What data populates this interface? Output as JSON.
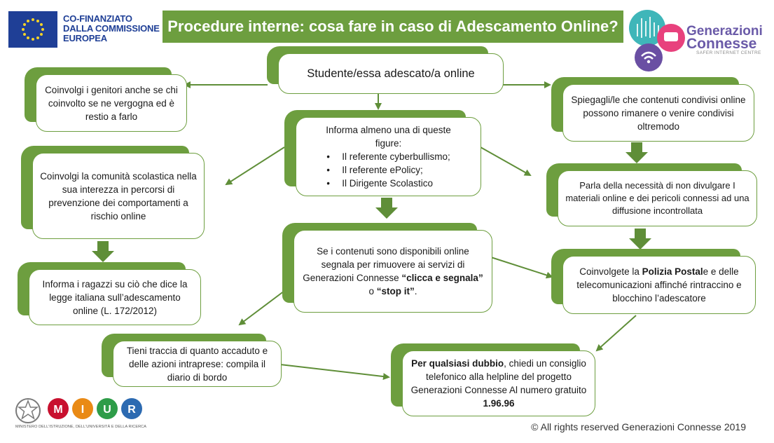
{
  "header": {
    "eu_line1": "CO-FINANZIATO",
    "eu_line2": "DALLA COMMISSIONE",
    "eu_line3": "EUROPEA",
    "title": "Procedure interne: cosa fare in caso di Adescamento Online?",
    "brand_line1": "Generazioni",
    "brand_line2": "Connesse",
    "brand_sub": "SAFER INTERNET CENTRE"
  },
  "nodes": {
    "student": "Studente/essa adescato/a online",
    "parents": "Coinvolgi i genitori anche se chi coinvolto se ne vergogna ed è restio a farlo",
    "explain": "Spiegagli/le che contenuti condivisi online possono rimanere o venire condivisi oltremodo",
    "inform_intro": "Informa almeno una di queste figure:",
    "inform_items": [
      "Il referente cyberbullismo;",
      "Il referente ePolicy;",
      "Il Dirigente Scolastico"
    ],
    "community": "Coinvolgi la comunità scolastica nella sua interezza in percorsi di prevenzione dei comportamenti a rischio online",
    "disclosure": "Parla della necessità di non divulgare I materiali online e dei pericoli connessi ad una diffusione incontrollata",
    "report_a": "Se i contenuti sono disponibili online segnala per rimuovere ai servizi di  Generazioni Connesse ",
    "report_b": "“clicca e segnala”",
    "report_c": " o ",
    "report_d": "“stop it”",
    "report_e": ".",
    "police_a": "Coinvolgete la ",
    "police_b": "Polizia Postal",
    "police_c": "e e delle telecomunicazioni affinché rintraccino e blocchino l’adescatore",
    "law": "Informa i ragazzi su ciò che dice la legge italiana sull’adescamento online (L. 172/2012)",
    "track": "Tieni traccia di quanto accaduto e delle azioni intraprese: compila il diario di bordo",
    "helpline_a": "Per qualsiasi dubbio",
    "helpline_b": ", chiedi un consiglio telefonico alla helpline  del progetto Generazioni Connesse Al numero gratuito ",
    "helpline_c": "1.96.96"
  },
  "footer": {
    "miur_letters": [
      "M",
      "I",
      "U",
      "R"
    ],
    "ministry": "MINISTERO DELL'ISTRUZIONE, DELL'UNIVERSITÀ E DELLA RICERCA",
    "copyright": "© All rights reserved Generazioni Connesse  2019"
  },
  "colors": {
    "green": "#6d9e3f",
    "eu_blue": "#1f3f96",
    "text": "#1a1a1a"
  }
}
